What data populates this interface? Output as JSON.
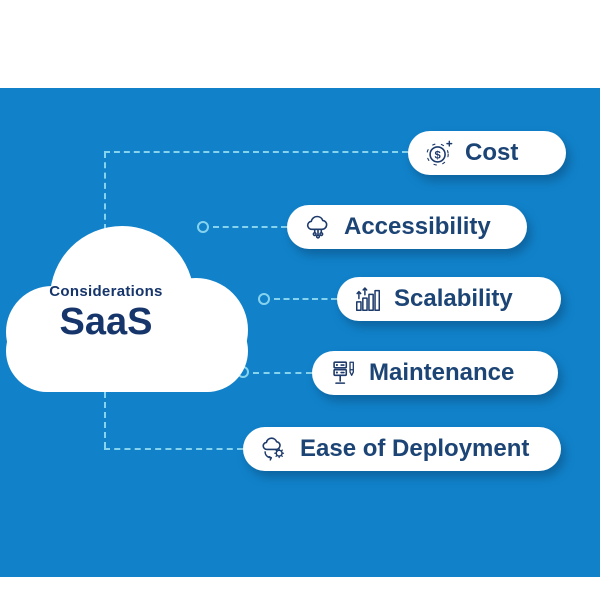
{
  "cloud": {
    "subtitle": "Considerations",
    "title": "SaaS"
  },
  "items": [
    {
      "label": "Cost",
      "icon": "dollar-coin-icon"
    },
    {
      "label": "Accessibility",
      "icon": "cloud-circuit-icon"
    },
    {
      "label": "Scalability",
      "icon": "growth-bars-icon"
    },
    {
      "label": "Maintenance",
      "icon": "server-icon"
    },
    {
      "label": "Ease of Deployment",
      "icon": "cloud-gear-icon"
    }
  ],
  "colors": {
    "background": "#ffffff",
    "panel_blue": "#1182ca",
    "navy_text": "#16356b",
    "pill_text": "#1c4475",
    "dashed_line": "#86d3ee",
    "pill_background": "#ffffff"
  }
}
